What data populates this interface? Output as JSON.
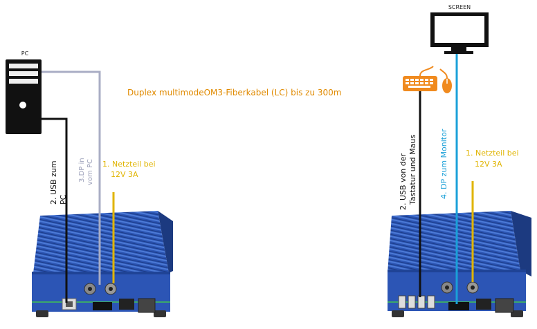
{
  "labels": {
    "pc": "PC",
    "screen": "SCREEN",
    "fiber_cable": "Duplex multimodeOM3-Fiberkabel (LC) bis zu 300m",
    "tx_usb_line1": "2. USB zum",
    "tx_usb_line2": "PC",
    "tx_dp_line1": "3.DP in",
    "tx_dp_line2": "vom PC",
    "tx_psu_line1": "1. Netzteil bei",
    "tx_psu_line2": "12V 3A",
    "rx_usb_line1": "2. USB von der",
    "rx_usb_line2": "Tastatur und Maus",
    "rx_dp": "4. DP zum Monitor",
    "rx_psu_line1": "1. Netzteil bei",
    "rx_psu_line2": "12V 3A"
  },
  "colors": {
    "usb_cable": "#111111",
    "dp_in_cable": "#a9adc4",
    "dp_out_cable": "#1aa0d8",
    "power_cable": "#e0b400",
    "fiber_text": "#e08a00",
    "device_body": "#2c55b5",
    "keyboard_mouse": "#f08a1e"
  }
}
